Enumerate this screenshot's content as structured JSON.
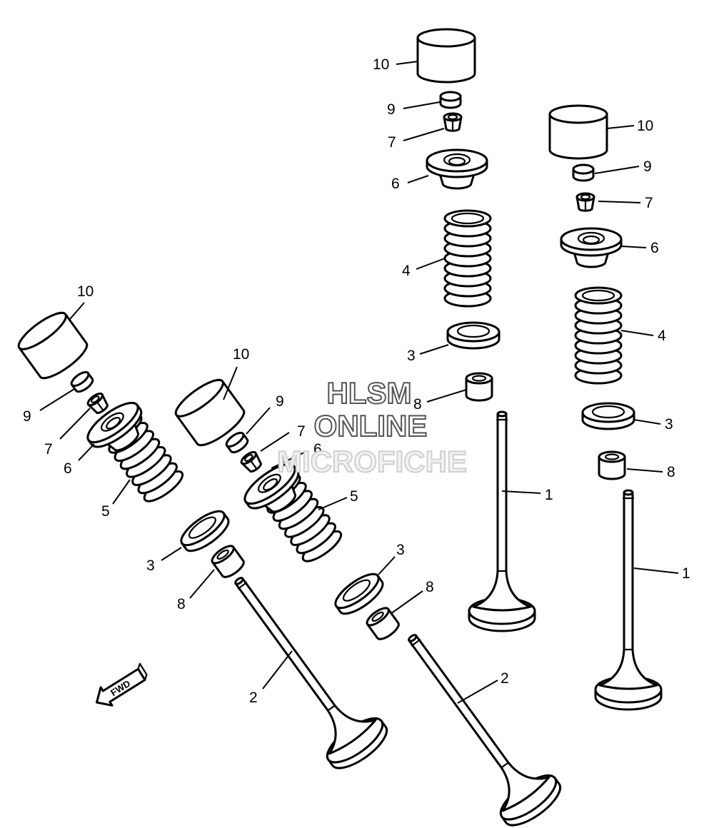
{
  "watermark": {
    "line1": "HLSM",
    "line2": "ONLINE",
    "line3": "MICROFICHE"
  },
  "direction_marker": {
    "label": "FWD",
    "icon": "fwd-arrow-icon"
  },
  "callouts": {
    "c10a": "10",
    "c9a": "9",
    "c7a": "7",
    "c6a": "6",
    "c4a": "4",
    "c3a": "3",
    "c8a": "8",
    "c1a": "1",
    "c10b": "10",
    "c9b": "9",
    "c7b": "7",
    "c6b": "6",
    "c4b": "4",
    "c3b": "3",
    "c8b": "8",
    "c1b": "1",
    "c10c": "10",
    "c9c": "9",
    "c7c": "7",
    "c6c": "6",
    "c5c": "5",
    "c3c": "3",
    "c8c": "8",
    "c2c": "2",
    "c10d": "10",
    "c9d": "9",
    "c7d": "7",
    "c6d": "6",
    "c5d": "5",
    "c3d": "3",
    "c8d": "8",
    "c2d": "2"
  }
}
